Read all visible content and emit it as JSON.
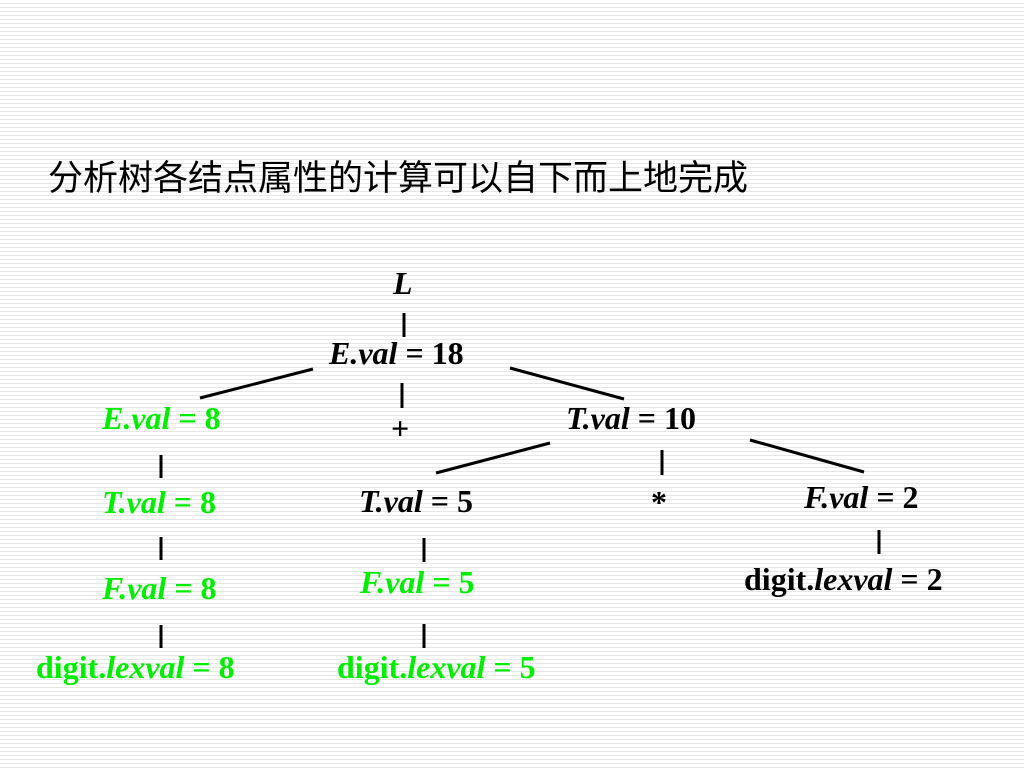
{
  "title": "分析树各结点属性的计算可以自下而上地完成",
  "colors": {
    "text": "#000000",
    "highlight": "#00ee00"
  },
  "tree": {
    "root": {
      "name": "L"
    },
    "e18": {
      "var": "E.",
      "attr": "val",
      "rest": " = 18"
    },
    "e8": {
      "var": "E.",
      "attr": "val",
      "rest": " = 8"
    },
    "plus": {
      "text": "+"
    },
    "t10": {
      "var": "T.",
      "attr": "val",
      "rest": " = 10"
    },
    "t8": {
      "var": "T.",
      "attr": "val",
      "rest": " = 8"
    },
    "t5": {
      "var": "T.",
      "attr": "val",
      "rest": " = 5"
    },
    "star": {
      "text": "*"
    },
    "f2": {
      "var": "F.",
      "attr": "val",
      "rest": " = 2"
    },
    "f8": {
      "var": "F.",
      "attr": "val",
      "rest": " = 8"
    },
    "f5": {
      "var": "F.",
      "attr": "val",
      "rest": " = 5"
    },
    "d2": {
      "var": "digit.",
      "attr": "lexval",
      "rest": " = 2"
    },
    "d8": {
      "var": "digit.",
      "attr": "lexval",
      "rest": " = 8"
    },
    "d5": {
      "var": "digit.",
      "attr": "lexval",
      "rest": " = 5"
    }
  }
}
